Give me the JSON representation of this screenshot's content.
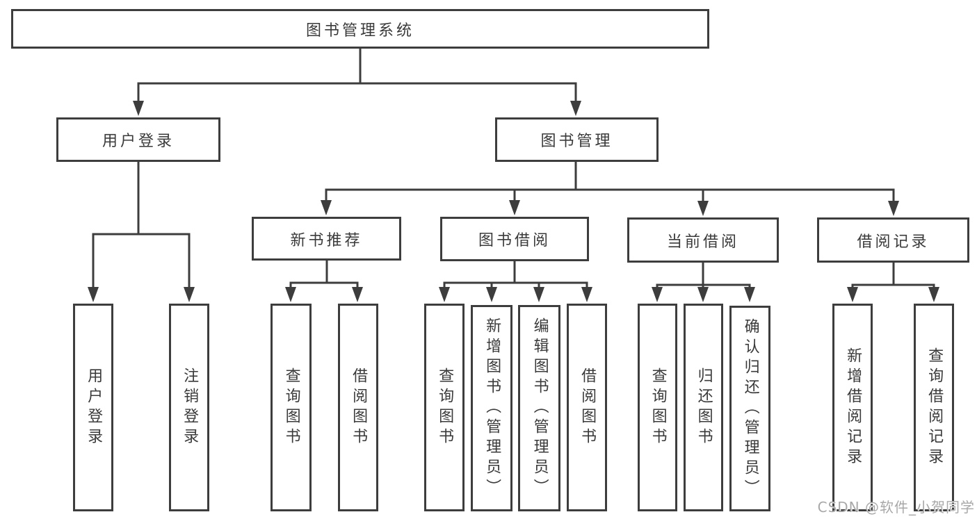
{
  "diagram": {
    "root": {
      "label": "图书管理系统"
    },
    "branches": [
      {
        "label": "用户登录",
        "children": [
          {
            "label": "用户登录"
          },
          {
            "label": "注销登录"
          }
        ]
      },
      {
        "label": "图书管理",
        "children": [
          {
            "label": "新书推荐",
            "children": [
              {
                "label": "查询图书"
              },
              {
                "label": "借阅图书"
              }
            ]
          },
          {
            "label": "图书借阅",
            "children": [
              {
                "label": "查询图书"
              },
              {
                "label": "新增图书（管理员）"
              },
              {
                "label": "编辑图书（管理员）"
              },
              {
                "label": "借阅图书"
              }
            ]
          },
          {
            "label": "当前借阅",
            "children": [
              {
                "label": "查询图书"
              },
              {
                "label": "归还图书"
              },
              {
                "label": "确认归还（管理员）"
              }
            ]
          },
          {
            "label": "借阅记录",
            "children": [
              {
                "label": "新增借阅记录"
              },
              {
                "label": "查询借阅记录"
              }
            ]
          }
        ]
      }
    ]
  },
  "watermark": {
    "text": "CSDN @软件_小贺同学"
  },
  "colors": {
    "line": "#3d3d3d",
    "text": "#3a3a3a",
    "watermark": "#a8a8a8",
    "background": "#ffffff"
  }
}
